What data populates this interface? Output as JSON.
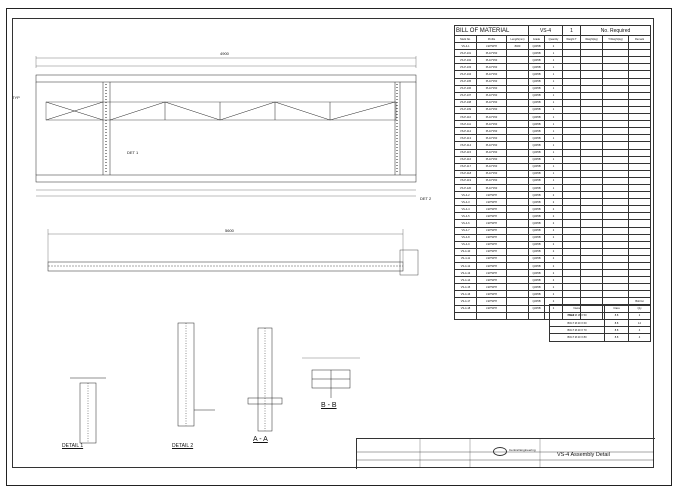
{
  "bom": {
    "title": "BILL OF MATERIAL",
    "assembly": "VS-4",
    "qty_required": "1",
    "qty_required_label": "No. Required",
    "headers": [
      "Mark No.",
      "Profile",
      "Length(mm)",
      "Grade",
      "Quantity",
      "Weight T",
      "Weight(kg)",
      "T.Weight(kg)",
      "Remark"
    ],
    "rows": [
      [
        "VS-4-1",
        "L90*90*8",
        "8460",
        "Q235B",
        "2",
        "",
        "",
        "",
        ""
      ],
      [
        "VS-P-101",
        "PL10*150",
        "",
        "Q235B",
        "1",
        "",
        "",
        "",
        ""
      ],
      [
        "VS-P-102",
        "PL10*150",
        "",
        "Q235B",
        "1",
        "",
        "",
        "",
        ""
      ],
      [
        "VS-P-103",
        "PL10*150",
        "",
        "Q235B",
        "1",
        "",
        "",
        "",
        ""
      ],
      [
        "VS-P-104",
        "PL10*150",
        "",
        "Q235B",
        "1",
        "",
        "",
        "",
        ""
      ],
      [
        "VS-P-105",
        "PL10*150",
        "",
        "Q235B",
        "1",
        "",
        "",
        "",
        ""
      ],
      [
        "VS-P-106",
        "PL10*150",
        "",
        "Q235B",
        "1",
        "",
        "",
        "",
        ""
      ],
      [
        "VS-P-107",
        "PL10*150",
        "",
        "Q235B",
        "1",
        "",
        "",
        "",
        ""
      ],
      [
        "VS-P-108",
        "PL10*150",
        "",
        "Q235B",
        "1",
        "",
        "",
        "",
        ""
      ],
      [
        "VS-P-109",
        "PL10*150",
        "",
        "Q235B",
        "1",
        "",
        "",
        "",
        ""
      ],
      [
        "VS-P-110",
        "PL10*150",
        "",
        "Q235B",
        "1",
        "",
        "",
        "",
        ""
      ],
      [
        "VS-P-111",
        "PL10*150",
        "",
        "Q235B",
        "1",
        "",
        "",
        "",
        ""
      ],
      [
        "VS-P-112",
        "PL10*150",
        "",
        "Q235B",
        "1",
        "",
        "",
        "",
        ""
      ],
      [
        "VS-P-113",
        "PL10*150",
        "",
        "Q235B",
        "1",
        "",
        "",
        "",
        ""
      ],
      [
        "VS-P-114",
        "PL10*150",
        "",
        "Q235B",
        "1",
        "",
        "",
        "",
        ""
      ],
      [
        "VS-P-115",
        "PL10*150",
        "",
        "Q235B",
        "1",
        "",
        "",
        "",
        ""
      ],
      [
        "VS-P-116",
        "PL10*150",
        "",
        "Q235B",
        "1",
        "",
        "",
        "",
        ""
      ],
      [
        "VS-P-117",
        "PL10*150",
        "",
        "Q235B",
        "1",
        "",
        "",
        "",
        ""
      ],
      [
        "VS-P-118",
        "PL10*150",
        "",
        "Q235B",
        "1",
        "",
        "",
        "",
        ""
      ],
      [
        "VS-P-119",
        "PL10*150",
        "",
        "Q235B",
        "1",
        "",
        "",
        "",
        ""
      ],
      [
        "VS-P-120",
        "PL10*150",
        "",
        "Q235B",
        "1",
        "",
        "",
        "",
        ""
      ],
      [
        "VS-4-2",
        "L90*90*8",
        "",
        "Q235B",
        "2",
        "",
        "",
        "",
        ""
      ],
      [
        "VS-4-3",
        "L90*90*8",
        "",
        "Q235B",
        "2",
        "",
        "",
        "",
        ""
      ],
      [
        "VS-4-4",
        "L90*90*8",
        "",
        "Q235B",
        "2",
        "",
        "",
        "",
        ""
      ],
      [
        "VS-4-5",
        "L90*90*8",
        "",
        "Q235B",
        "2",
        "",
        "",
        "",
        ""
      ],
      [
        "VS-4-6",
        "L90*90*8",
        "",
        "Q235B",
        "2",
        "",
        "",
        "",
        ""
      ],
      [
        "VS-4-7",
        "L90*90*8",
        "",
        "Q235B",
        "2",
        "",
        "",
        "",
        ""
      ],
      [
        "VS-4-8",
        "L90*90*8",
        "",
        "Q235B",
        "2",
        "",
        "",
        "",
        ""
      ],
      [
        "VS-4-9",
        "L90*90*8",
        "",
        "Q235B",
        "2",
        "",
        "",
        "",
        ""
      ],
      [
        "VS-4-10",
        "L90*90*8",
        "",
        "Q235B",
        "2",
        "",
        "",
        "",
        ""
      ],
      [
        "VS-4-11",
        "L90*90*8",
        "",
        "Q235B",
        "2",
        "",
        "",
        "",
        ""
      ],
      [
        "VS-4-12",
        "L90*90*8",
        "",
        "Q235B",
        "2",
        "",
        "",
        "",
        ""
      ],
      [
        "VS-4-13",
        "L90*90*8",
        "",
        "Q235B",
        "2",
        "",
        "",
        "",
        ""
      ],
      [
        "VS-4-14",
        "L90*90*8",
        "",
        "Q235B",
        "2",
        "",
        "",
        "",
        ""
      ],
      [
        "VS-4-15",
        "L90*90*8",
        "",
        "Q235B",
        "2",
        "",
        "",
        "",
        ""
      ],
      [
        "VS-4-16",
        "L90*90*8",
        "",
        "Q235B",
        "2",
        "",
        "",
        "",
        ""
      ],
      [
        "VS-4-17",
        "L90*90*8",
        "",
        "Q235B",
        "2",
        "",
        "",
        "",
        ""
      ],
      [
        "VS-4-18",
        "L90*90*8",
        "",
        "Q235B",
        "2",
        "",
        "",
        "",
        ""
      ]
    ],
    "total_label": "Total",
    "total_value": "",
    "total_weight": ""
  },
  "bolts": {
    "title": "Bolt list",
    "headers": [
      "Name",
      "Class",
      "Qty"
    ],
    "rows": [
      [
        "BOLT M 16 X 50",
        "8.8",
        "2"
      ],
      [
        "BOLT M 20 X 60",
        "8.8",
        "14"
      ],
      [
        "BOLT M 20 X 70",
        "8.8",
        "4"
      ],
      [
        "BOLT M 20 X 80",
        "8.8",
        "4"
      ]
    ]
  },
  "drawing": {
    "top_dim": "4900",
    "elev_dim": "5600",
    "labels": {
      "det1": "DET 1",
      "det2": "DET 2",
      "detail1": "DETAIL 1",
      "detail2": "DETAIL 2",
      "secA": "A - A",
      "secB": "B - B",
      "typ": "TYP"
    }
  },
  "title_block": {
    "title": "VS-4 Assembly Detail",
    "company": "Central Engineering"
  }
}
